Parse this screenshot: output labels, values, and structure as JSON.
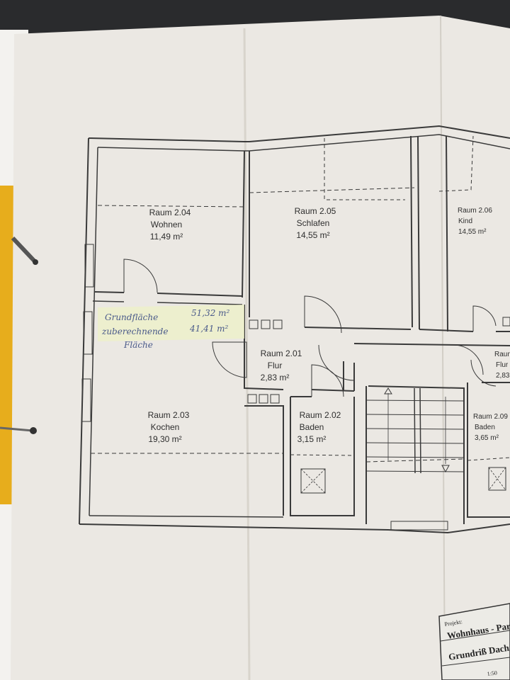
{
  "rooms": [
    {
      "key": "r204",
      "number": "Raum 2.04",
      "name": "Wohnen",
      "area": "11,49 m²"
    },
    {
      "key": "r205",
      "number": "Raum 2.05",
      "name": "Schlafen",
      "area": "14,55 m²"
    },
    {
      "key": "r206",
      "number": "Raum 2.06",
      "name": "Kind",
      "area": "14,55 m²"
    },
    {
      "key": "r201",
      "number": "Raum 2.01",
      "name": "Flur",
      "area": "2,83 m²"
    },
    {
      "key": "r203",
      "number": "Raum 2.03",
      "name": "Kochen",
      "area": "19,30 m²"
    },
    {
      "key": "r202",
      "number": "Raum 2.02",
      "name": "Baden",
      "area": "3,15 m²"
    },
    {
      "key": "r209",
      "number": "Raum 2.09",
      "name": "Baden",
      "area": "3,65 m²"
    },
    {
      "key": "r2xx",
      "number": "Raum",
      "name": "Flur",
      "area": "2,83"
    }
  ],
  "handwritten": {
    "line1_label": "Grundfläche",
    "line1_value": "51,32 m²",
    "line2_label": "zuberechnende",
    "line2_value": "41,41 m²",
    "line3_label": "Fläche"
  },
  "title_block": {
    "project_label": "Projekt:",
    "project": "Wohnhaus - Par",
    "drawing": "Grundriß Dach",
    "scale": "1:50"
  },
  "colors": {
    "paper": "#ebe8e3",
    "ink": "#3a3a3a",
    "binder": "#e7ad1c",
    "background": "#2a2b2d"
  }
}
